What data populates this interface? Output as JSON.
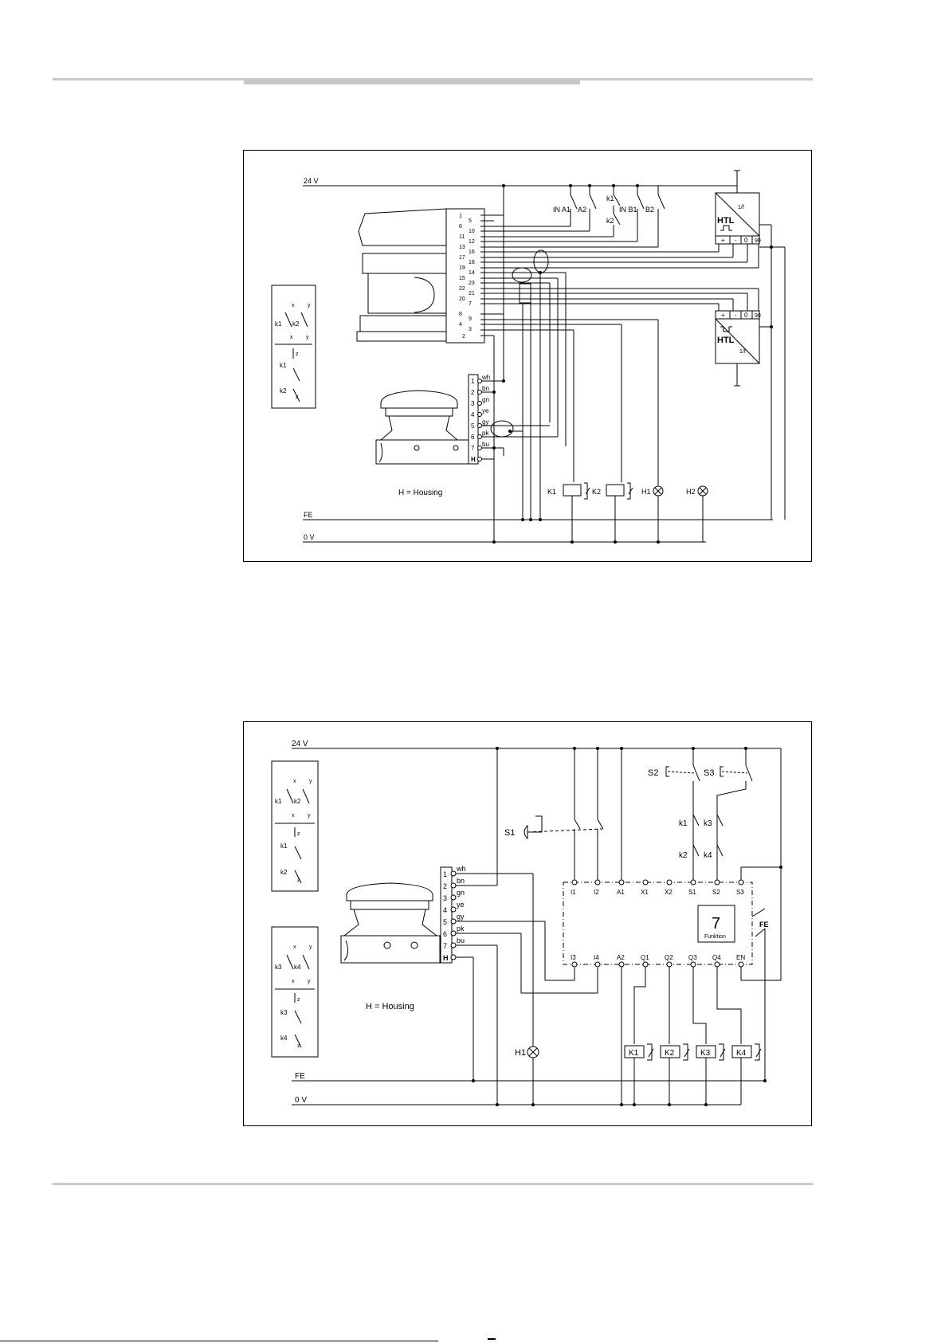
{
  "diagram1": {
    "rail_24v": "24 V",
    "rail_fe": "FE",
    "rail_0v": "0 V",
    "housing_note": "H = Housing",
    "scanner_pins": [
      "1",
      "5",
      "6",
      "10",
      "11",
      "12",
      "13",
      "16",
      "17",
      "18",
      "19",
      "14",
      "15",
      "23",
      "22",
      "21",
      "20",
      "7",
      "8",
      "9",
      "4",
      "3",
      "2"
    ],
    "connector_nums": [
      "1",
      "2",
      "3",
      "4",
      "5",
      "6",
      "7",
      "H"
    ],
    "wire_colors": [
      "wh",
      "bn",
      "gn",
      "ye",
      "gy",
      "pk",
      "bu"
    ],
    "switch_labels": [
      "IN A1",
      "A2",
      "k1",
      "k2",
      "IN B1",
      "B2"
    ],
    "encoder_label": "HTL",
    "encoder_freq": "1/f",
    "encoder_terms": [
      "+",
      "-",
      "0",
      "90"
    ],
    "loads": [
      "K1",
      "K2",
      "H1",
      "H2"
    ],
    "legend": {
      "k1": "k1",
      "k2": "k2",
      "x": "x",
      "y": "y",
      "z": "z"
    }
  },
  "diagram2": {
    "rail_24v": "24 V",
    "rail_fe": "FE",
    "rail_0v": "0 V",
    "housing_note": "H = Housing",
    "connector_nums": [
      "1",
      "2",
      "3",
      "4",
      "5",
      "6",
      "7",
      "H"
    ],
    "wire_colors": [
      "wh",
      "bn",
      "gn",
      "ye",
      "gy",
      "pk",
      "bu"
    ],
    "top_terminals": [
      "I1",
      "I2",
      "A1",
      "X1",
      "X2",
      "S1",
      "S2",
      "S3"
    ],
    "bottom_terminals": [
      "I3",
      "I4",
      "A2",
      "Q1",
      "Q2",
      "Q3",
      "Q4",
      "EN"
    ],
    "function_number": "7",
    "function_label": "Funktion",
    "fe_label": "FE",
    "switches": [
      "S1",
      "S2",
      "S3"
    ],
    "contacts": [
      "k1",
      "k3",
      "k2",
      "k4"
    ],
    "relays": [
      "K1",
      "K2",
      "K3",
      "K4"
    ],
    "lamp": "H1",
    "legend1": {
      "a": "k1",
      "b": "k2",
      "x": "x",
      "y": "y",
      "z": "z"
    },
    "legend2": {
      "a": "k3",
      "b": "k4",
      "x": "x",
      "y": "y",
      "z": "z"
    }
  }
}
